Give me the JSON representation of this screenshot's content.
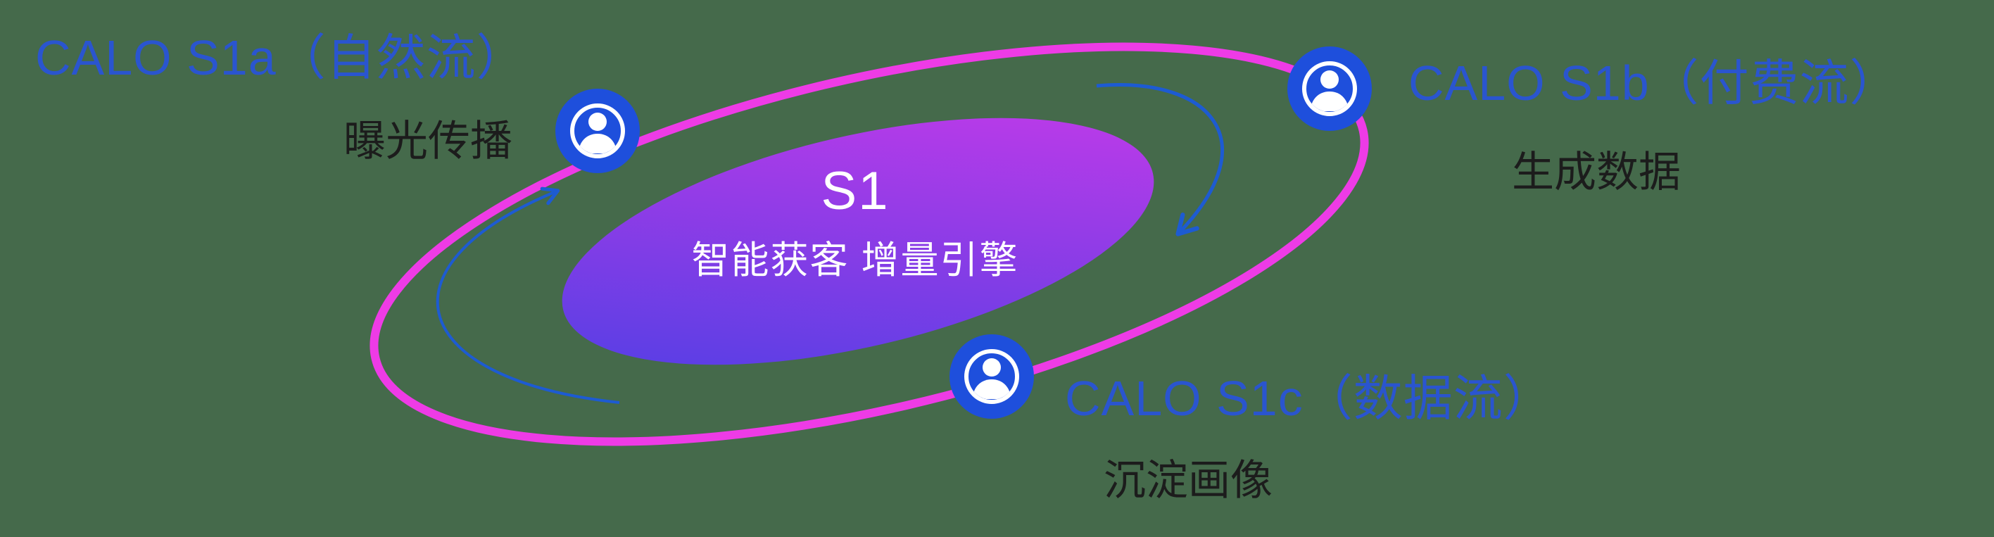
{
  "background_color": "#456A4B",
  "colors": {
    "accent_blue_text": "#2A55CF",
    "icon_blue": "#1E4FDC",
    "orbit_magenta": "#EE3BE6",
    "core_gradient_start": "#4B3FE4",
    "core_gradient_end": "#C93AE9",
    "arrow_blue": "#1D5BD2",
    "dark_text": "#1C1C1C",
    "center_text": "#FFFFFF"
  },
  "center": {
    "title": "S1",
    "subtitle": "智能获客  增量引擎"
  },
  "nodes": [
    {
      "id": "s1a",
      "title": "CALO S1a（自然流）",
      "subtitle": "曝光传播",
      "icon": "user-icon"
    },
    {
      "id": "s1b",
      "title": "CALO S1b（付费流）",
      "subtitle": "生成数据",
      "icon": "user-icon"
    },
    {
      "id": "s1c",
      "title": "CALO S1c（数据流）",
      "subtitle": "沉淀画像",
      "icon": "user-icon"
    }
  ]
}
